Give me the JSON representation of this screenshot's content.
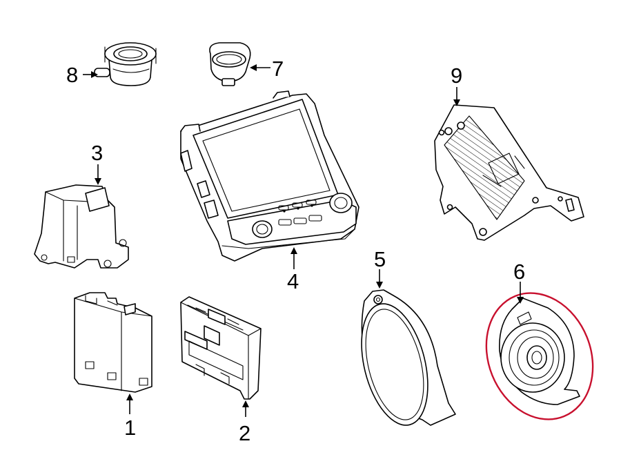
{
  "callouts": {
    "c1": "1",
    "c2": "2",
    "c3": "3",
    "c4": "4",
    "c5": "5",
    "c6": "6",
    "c7": "7",
    "c8": "8",
    "c9": "9"
  },
  "highlight": {
    "part": "6",
    "color": "#c8102e"
  },
  "colors": {
    "line": "#000000",
    "background": "#ffffff"
  }
}
